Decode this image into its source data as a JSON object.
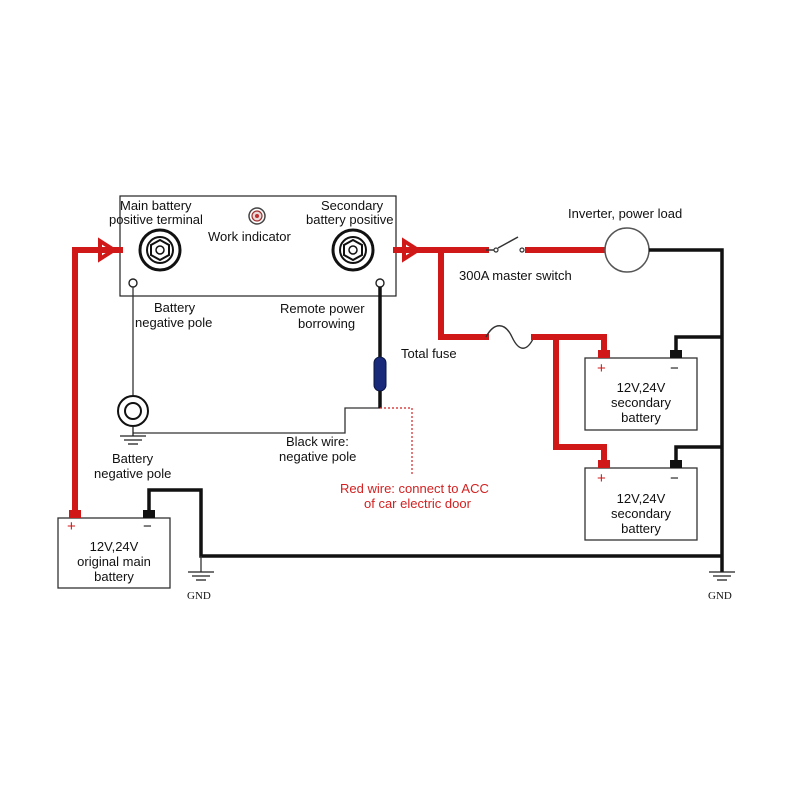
{
  "labels": {
    "main_positive_l1": "Main battery",
    "main_positive_l2": "positive terminal",
    "work_indicator": "Work indicator",
    "secondary_positive_l1": "Secondary",
    "secondary_positive_l2": "battery positive",
    "battery_neg_top_l1": "Battery",
    "battery_neg_top_l2": "negative pole",
    "remote_l1": "Remote power",
    "remote_l2": "borrowing",
    "total_fuse": "Total fuse",
    "master_switch": "300A master switch",
    "inverter": "Inverter, power load",
    "battery_neg_bottom_l1": "Battery",
    "battery_neg_bottom_l2": "negative pole",
    "black_wire_l1": "Black wire:",
    "black_wire_l2": "negative pole",
    "red_wire_l1": "Red wire: connect to ACC",
    "red_wire_l2": "of car electric door",
    "gnd_left": "GND",
    "gnd_right": "GND"
  },
  "batteries": {
    "main": {
      "plus": "+",
      "minus": "−",
      "l1": "12V,24V",
      "l2": "original main",
      "l3": "battery"
    },
    "secondary_top": {
      "plus": "+",
      "minus": "−",
      "l1": "12V,24V",
      "l2": "secondary",
      "l3": "battery"
    },
    "secondary_bottom": {
      "plus": "+",
      "minus": "−",
      "l1": "12V,24V",
      "l2": "secondary",
      "l3": "battery"
    }
  },
  "colors": {
    "positive_wire": "#d01818",
    "negative_wire": "#111111",
    "fuse": "#1a2a7a",
    "annotation_red": "#d42020"
  }
}
